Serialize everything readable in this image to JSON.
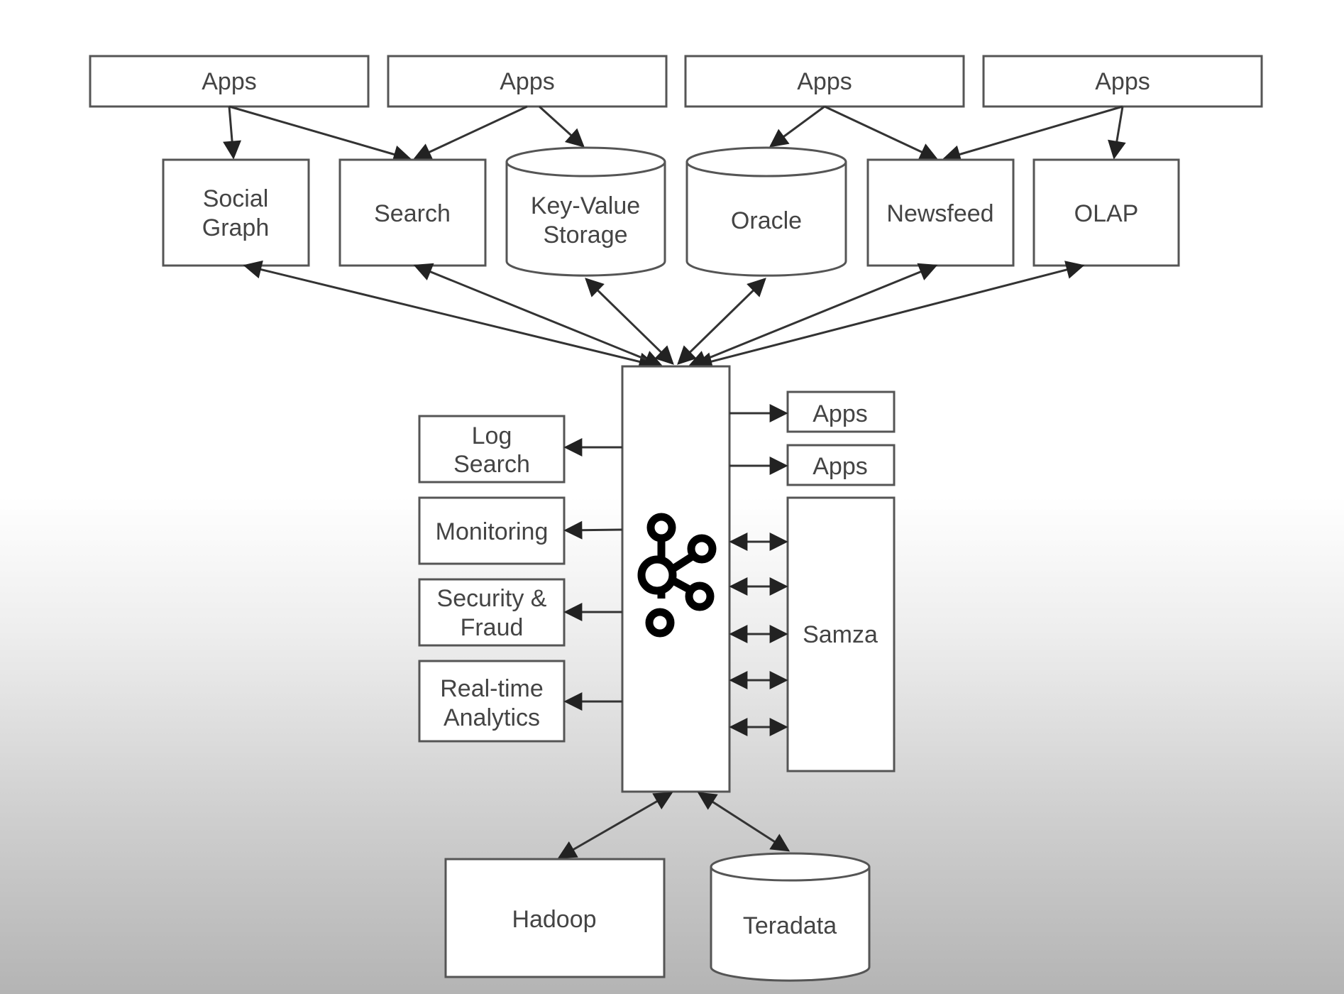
{
  "apps_row": [
    "Apps",
    "Apps",
    "Apps",
    "Apps"
  ],
  "stores": {
    "social_graph": [
      "Social",
      "Graph"
    ],
    "search": "Search",
    "key_value": [
      "Key-Value",
      "Storage"
    ],
    "oracle": "Oracle",
    "newsfeed": "Newsfeed",
    "olap": "OLAP"
  },
  "consumers_left": {
    "log_search": [
      "Log",
      "Search"
    ],
    "monitoring": "Monitoring",
    "security": [
      "Security &",
      "Fraud"
    ],
    "realtime": [
      "Real-time",
      "Analytics"
    ]
  },
  "right_side": {
    "apps_1": "Apps",
    "apps_2": "Apps",
    "samza": "Samza"
  },
  "bottom": {
    "hadoop": "Hadoop",
    "teradata": "Teradata"
  },
  "center_icon": "kafka-logo-icon"
}
